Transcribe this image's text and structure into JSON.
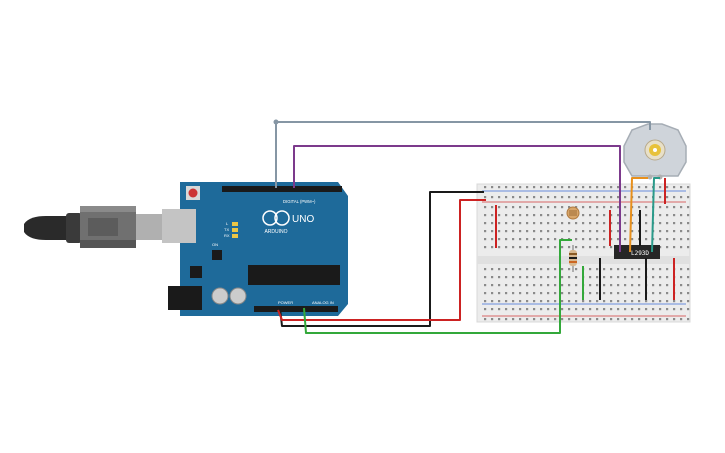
{
  "arduino": {
    "brand": "ARDUINO",
    "model": "UNO",
    "digital_label": "DIGITAL (PWM~)",
    "power_label": "POWER",
    "analog_label": "ANALOG IN",
    "tx_label": "TX",
    "rx_label": "RX",
    "l_label": "L",
    "on_label": "ON"
  },
  "ic": {
    "label": "L293D"
  },
  "colors": {
    "board": "#1e6a9a",
    "breadboard": "#ececec",
    "wire_gray": "#8696a4",
    "wire_purple": "#7c3a8c",
    "wire_black": "#1a1a1a",
    "wire_red": "#cc2222",
    "wire_green": "#33a83a",
    "wire_orange": "#e8901c",
    "wire_teal": "#2a9a8a"
  }
}
